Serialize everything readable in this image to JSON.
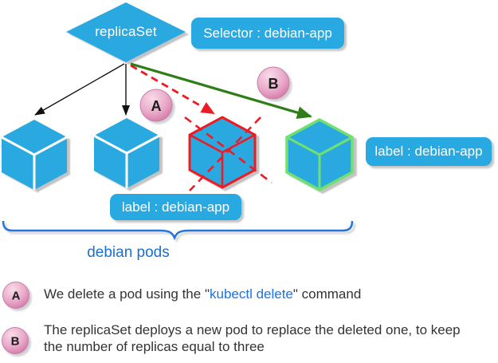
{
  "nodes": {
    "replicaset": "replicaSet",
    "selector": "Selector : debian-app",
    "pod_label_center": "label : debian-app",
    "pod_label_right": "label : debian-app",
    "brace_caption": "debian pods"
  },
  "badges": {
    "a": "A",
    "b": "B"
  },
  "notes": {
    "a": {
      "prefix": "We delete a pod using the \"",
      "link": "kubectl delete",
      "suffix": "\" command"
    },
    "b": {
      "text": "The replicaSet deploys a new pod to replace the deleted one, to keep the number of replicas equal to three"
    }
  },
  "colors": {
    "shape_blue": "#29A9E1",
    "accent_blue": "#1B6FD2",
    "brace_blue": "#2176D9",
    "link_blue": "#1A73E8",
    "arrow_green": "#2E7D16",
    "cube_green_edge": "#70E170",
    "delete_red": "#EC1C24",
    "arrow_black": "#111111",
    "badge_pink": "#DC76A8"
  }
}
